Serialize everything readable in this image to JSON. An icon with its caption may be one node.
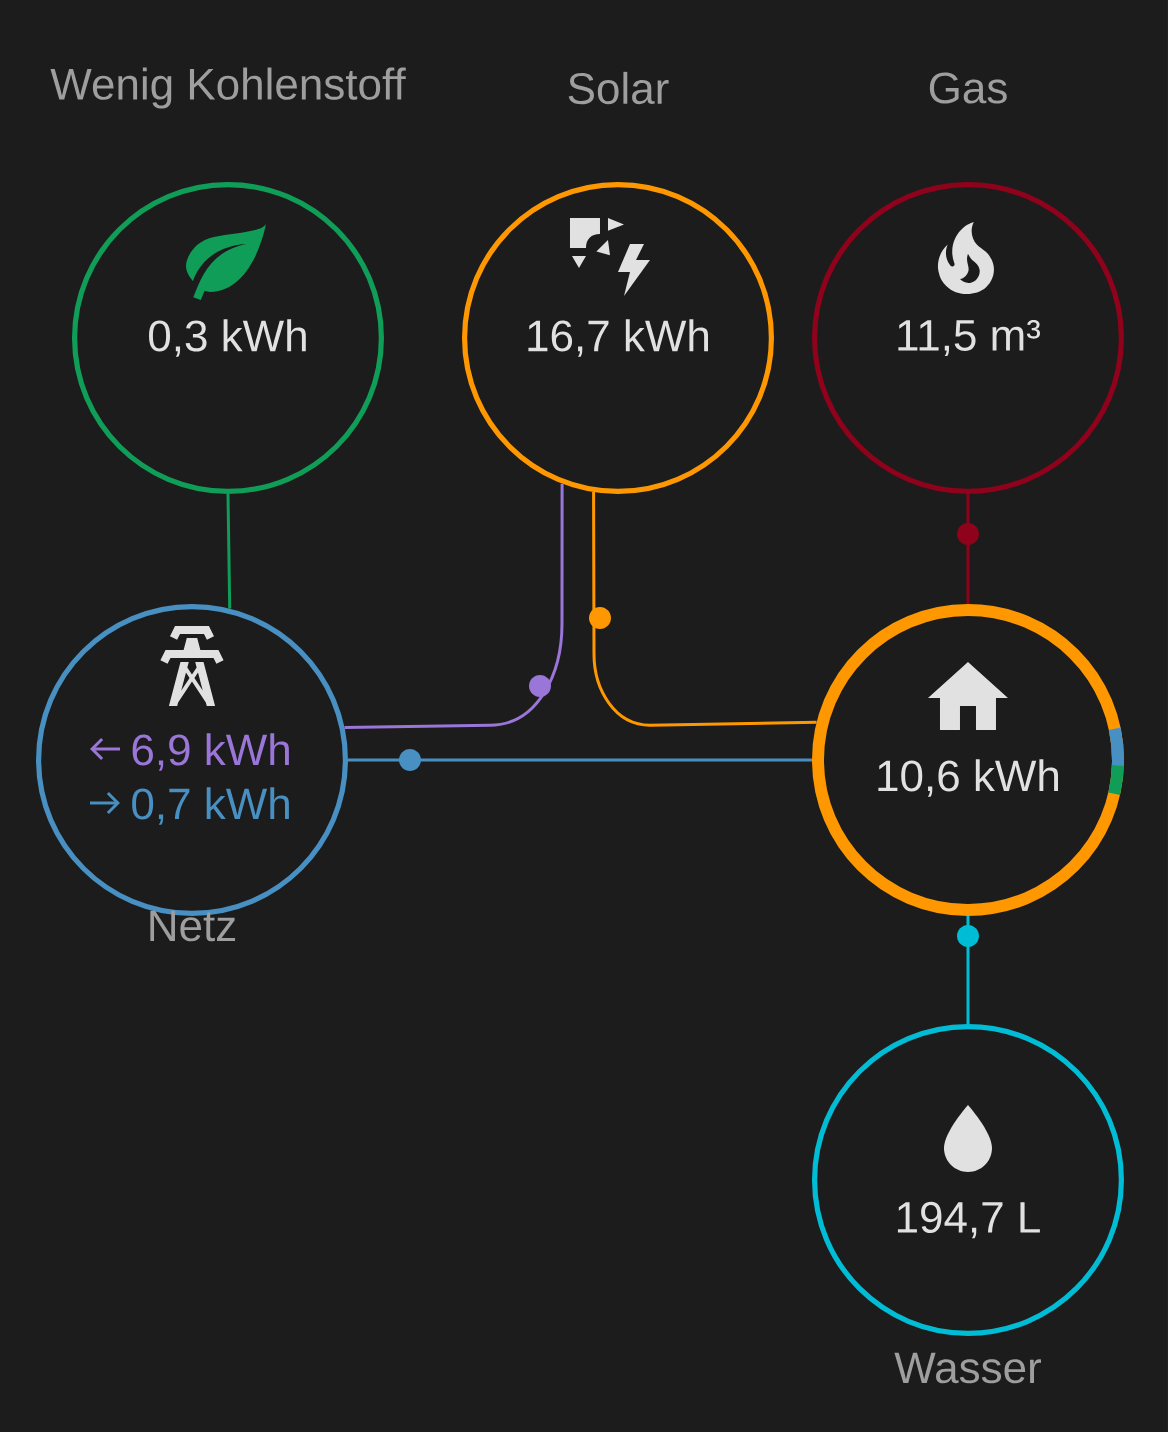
{
  "diagram": {
    "nodes": [
      {
        "text": [
          "Wenig Kohlenstoff",
          "0,3 kWh"
        ]
      },
      {
        "text": [
          "Solar",
          "16,7 kWh"
        ]
      },
      {
        "text": [
          "Gas",
          "11,5 m³"
        ]
      },
      {
        "text": [
          "6,9 kWh",
          "0,7 kWh",
          "Netz"
        ]
      },
      {
        "text": [
          "10,6 kWh"
        ]
      },
      {
        "text": [
          "194,7 L",
          "Wasser"
        ]
      }
    ],
    "edges": [
      {
        "from": 0,
        "to": 3,
        "arrow": "none",
        "color": "#0f9d58"
      },
      {
        "from": 1,
        "to": 3,
        "arrow": "none",
        "color": "#9a76d8"
      },
      {
        "from": 1,
        "to": 4,
        "arrow": "none",
        "color": "#ff9800"
      },
      {
        "from": 3,
        "to": 4,
        "arrow": "none",
        "color": "#488fc2"
      },
      {
        "from": 2,
        "to": 4,
        "arrow": "none",
        "color": "#8e021b"
      },
      {
        "from": 5,
        "to": 4,
        "arrow": "none",
        "color": "#00bcd4"
      }
    ]
  }
}
